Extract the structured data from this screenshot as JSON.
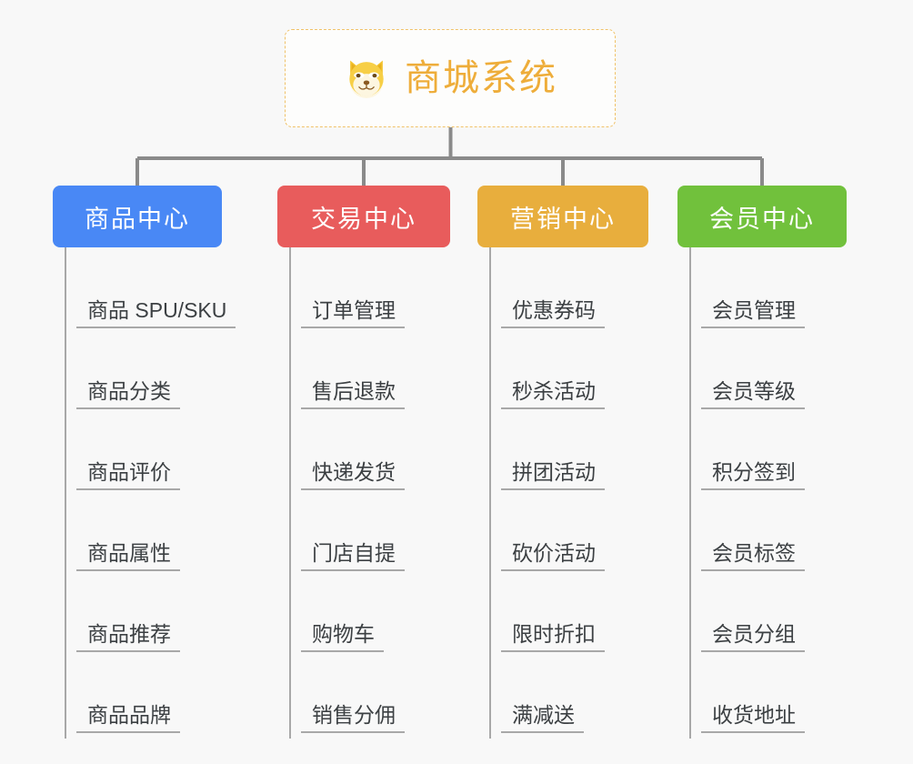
{
  "diagram": {
    "type": "mindmap",
    "background_color": "#f8f8f8",
    "root": {
      "title": "商城系统",
      "icon": "shiba-dog-face-icon",
      "border_color": "#f0c269",
      "text_color": "#eead3a"
    },
    "connector_color": "#8a8a8a",
    "branches": [
      {
        "label": "商品中心",
        "color": "#4988f5",
        "items": [
          "商品 SPU/SKU",
          "商品分类",
          "商品评价",
          "商品属性",
          "商品推荐",
          "商品品牌"
        ]
      },
      {
        "label": "交易中心",
        "color": "#e85c5c",
        "items": [
          "订单管理",
          "售后退款",
          "快递发货",
          "门店自提",
          "购物车",
          "销售分佣"
        ]
      },
      {
        "label": "营销中心",
        "color": "#e8ae3d",
        "items": [
          "优惠券码",
          "秒杀活动",
          "拼团活动",
          "砍价活动",
          "限时折扣",
          "满减送"
        ]
      },
      {
        "label": "会员中心",
        "color": "#71c13c",
        "items": [
          "会员管理",
          "会员等级",
          "积分签到",
          "会员标签",
          "会员分组",
          "收货地址"
        ]
      }
    ]
  }
}
